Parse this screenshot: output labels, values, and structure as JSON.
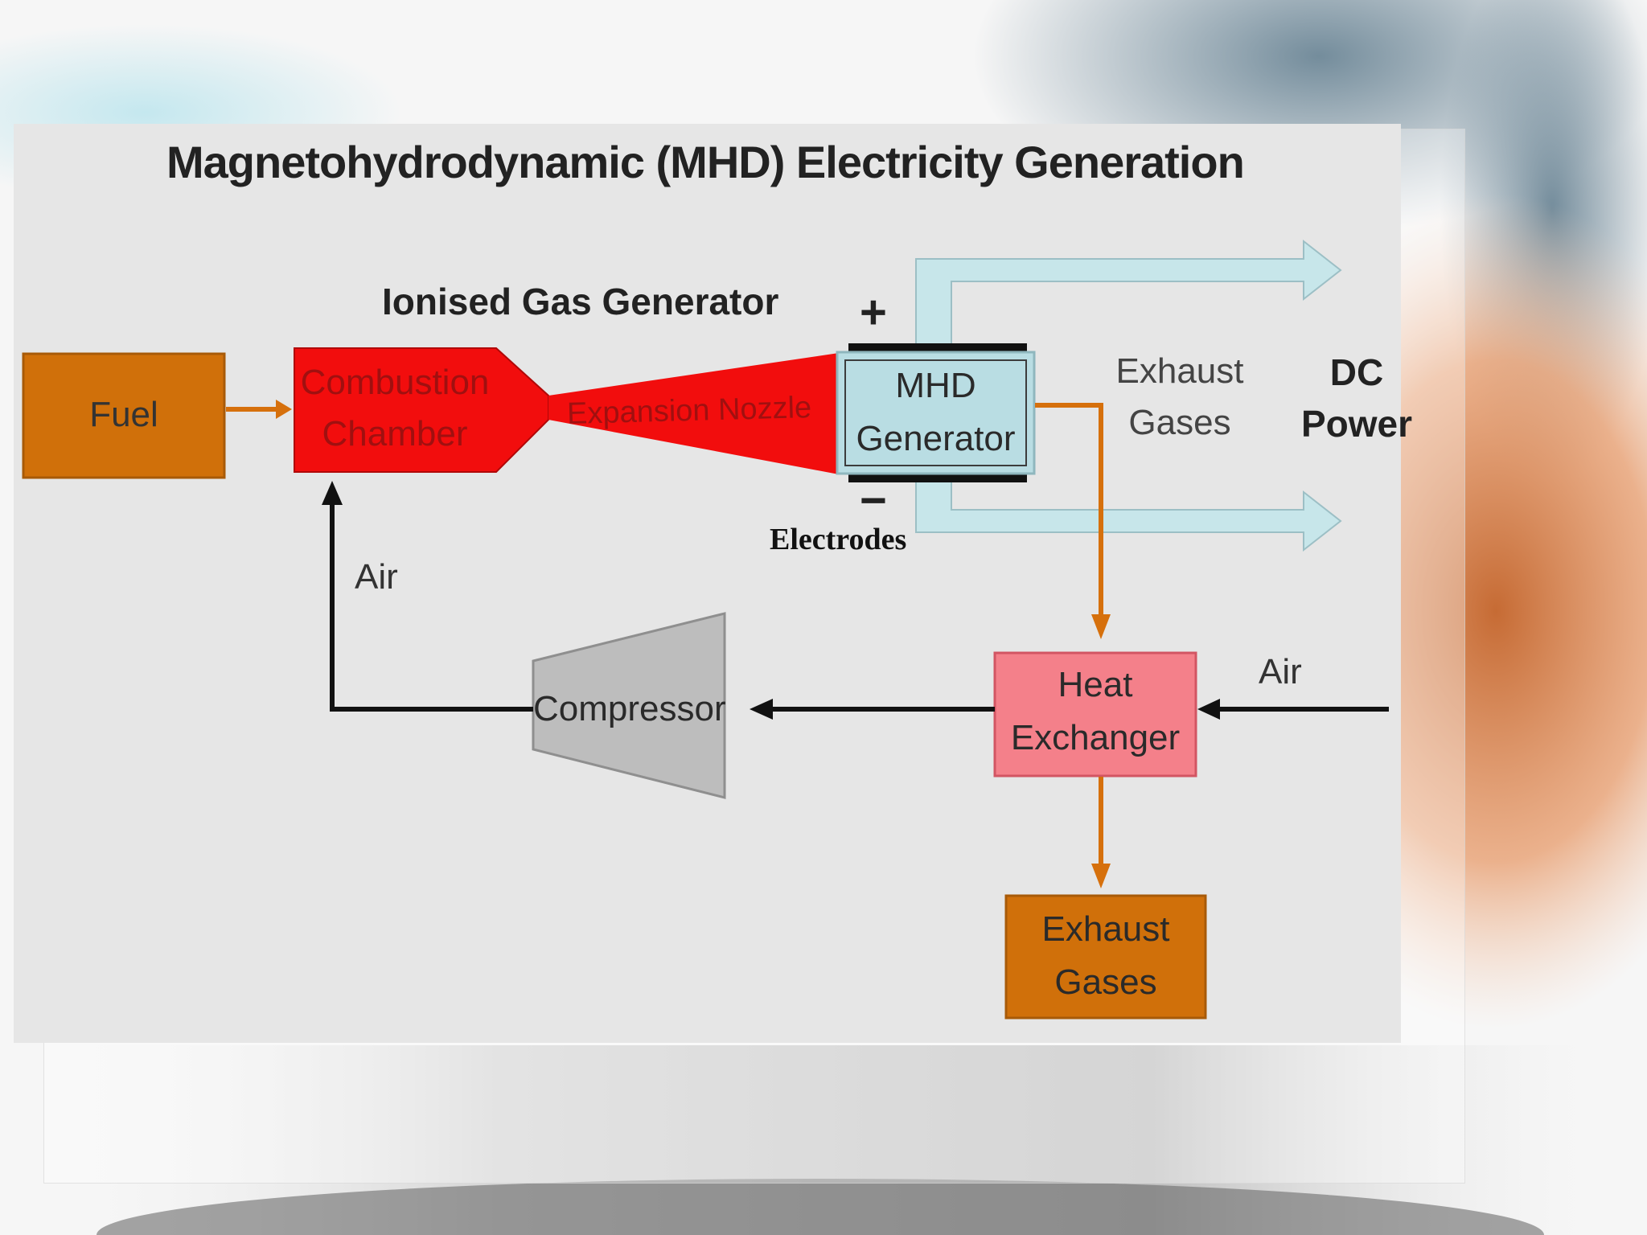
{
  "diagram": {
    "title": "Magnetohydrodynamic (MHD) Electricity Generation",
    "ionised_gas_label": "Ionised Gas Generator",
    "nodes": {
      "fuel": "Fuel",
      "combustion_line1": "Combustion",
      "combustion_line2": "Chamber",
      "nozzle": "Expansion Nozzle",
      "mhd_line1": "MHD",
      "mhd_line2": "Generator",
      "compressor": "Compressor",
      "heat_line1": "Heat",
      "heat_line2": "Exchanger",
      "exhaust_box_line1": "Exhaust",
      "exhaust_box_line2": "Gases"
    },
    "labels": {
      "plus": "+",
      "minus": "−",
      "electrodes": "Electrodes",
      "exhaust_line1": "Exhaust",
      "exhaust_line2": "Gases",
      "dc_line1": "DC",
      "dc_line2": "Power",
      "air_left": "Air",
      "air_right": "Air"
    }
  },
  "colors": {
    "fuel": "#d0700a",
    "combustion": "#f20d0d",
    "mhd": "#b9dde3",
    "dc_arrows": "#c7e6ea",
    "compressor": "#bdbdbd",
    "heat_exchanger": "#f4808a",
    "exhaust_box": "#d0700a",
    "orange_flow": "#d6700c",
    "air_flow": "#111111"
  }
}
